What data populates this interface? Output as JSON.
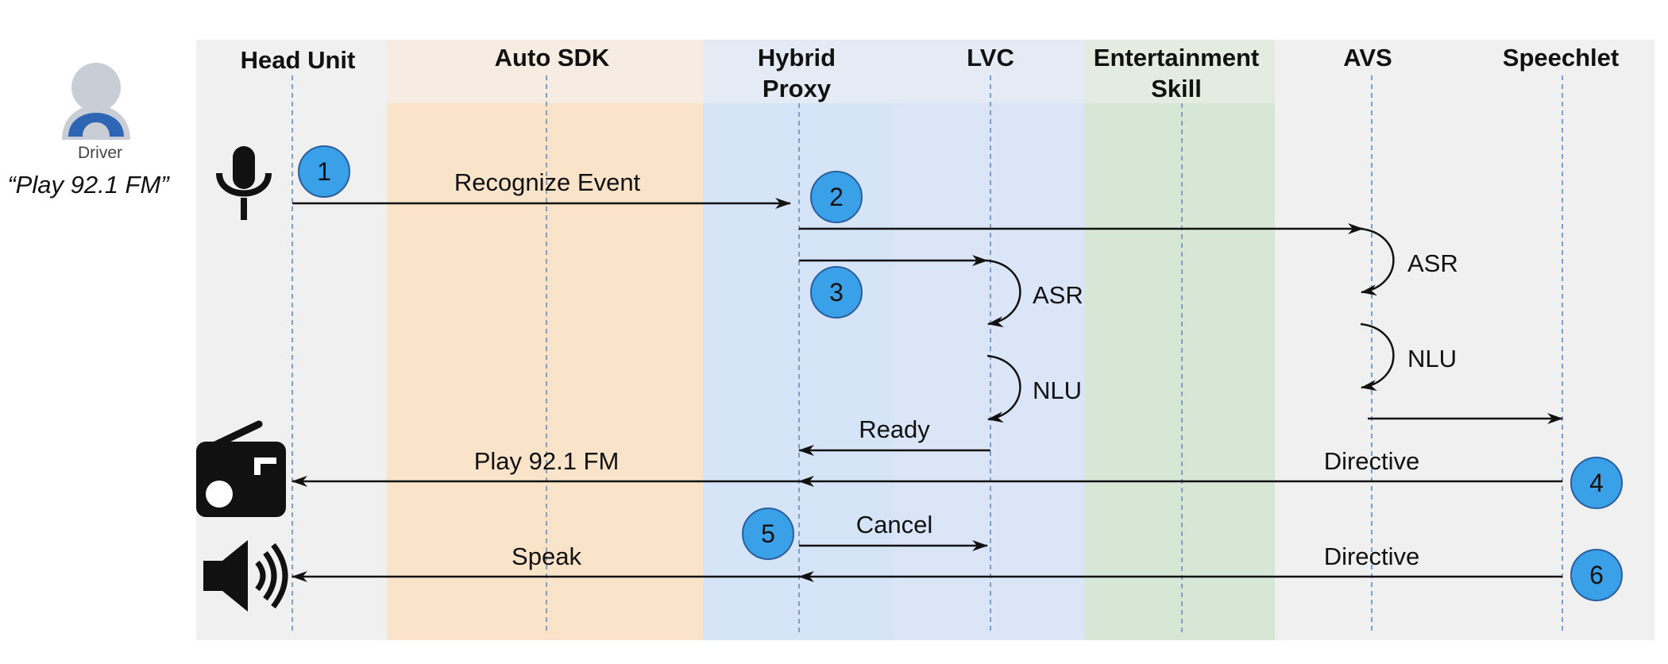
{
  "actor": {
    "label": "Driver",
    "utterance": "“Play 92.1 FM”"
  },
  "lanes": [
    {
      "key": "head_unit",
      "title": [
        "Head Unit"
      ],
      "color": "#f0f0f0",
      "header_color": "#f0f0f0"
    },
    {
      "key": "auto_sdk",
      "title": [
        "Auto SDK"
      ],
      "color": "#f9e4ca",
      "header_color": "#f6ece1"
    },
    {
      "key": "hybrid_proxy",
      "title": [
        "Hybrid",
        "Proxy"
      ],
      "color": "#d6e4f8",
      "header_color": "#e4ebf4"
    },
    {
      "key": "lvc",
      "title": [
        "LVC"
      ],
      "color": "#dae6f7",
      "header_color": "#e4ebf4"
    },
    {
      "key": "entertainment_skill",
      "title": [
        "Entertainment",
        "Skill"
      ],
      "color": "#d7e7d6",
      "header_color": "#e4ece2"
    },
    {
      "key": "avs",
      "title": [
        "AVS"
      ],
      "color": "#f0f0f0",
      "header_color": "#f0f0f0"
    },
    {
      "key": "speechlet",
      "title": [
        "Speechlet"
      ],
      "color": "#f0f0f0",
      "header_color": "#f0f0f0"
    }
  ],
  "messages": [
    {
      "from": "head_unit",
      "to": "hybrid_proxy",
      "label": "Recognize Event"
    },
    {
      "from": "hybrid_proxy",
      "to": "avs",
      "label": ""
    },
    {
      "from": "hybrid_proxy",
      "to": "lvc",
      "label": ""
    },
    {
      "from": "avs",
      "to": "speechlet",
      "label": ""
    },
    {
      "from": "lvc",
      "to": "hybrid_proxy",
      "label": "Ready"
    },
    {
      "from": "speechlet",
      "to": "hybrid_proxy",
      "label": "Directive"
    },
    {
      "from": "hybrid_proxy",
      "to": "head_unit",
      "label": "Play 92.1 FM"
    },
    {
      "from": "hybrid_proxy",
      "to": "lvc",
      "label": "Cancel"
    },
    {
      "from": "speechlet",
      "to": "hybrid_proxy",
      "label": "Directive"
    },
    {
      "from": "hybrid_proxy",
      "to": "head_unit",
      "label": "Speak"
    }
  ],
  "self_calls": [
    {
      "lane": "avs",
      "label": "ASR"
    },
    {
      "lane": "avs",
      "label": "NLU"
    },
    {
      "lane": "lvc",
      "label": "ASR"
    },
    {
      "lane": "lvc",
      "label": "NLU"
    }
  ],
  "steps": [
    "1",
    "2",
    "3",
    "4",
    "5",
    "6"
  ],
  "icons": [
    "driver-avatar-icon",
    "microphone-icon",
    "radio-icon",
    "speaker-icon"
  ],
  "colors": {
    "step_circle": "#3aa1e8",
    "lifeline": "#7b9fd4",
    "arrow": "#111111"
  }
}
